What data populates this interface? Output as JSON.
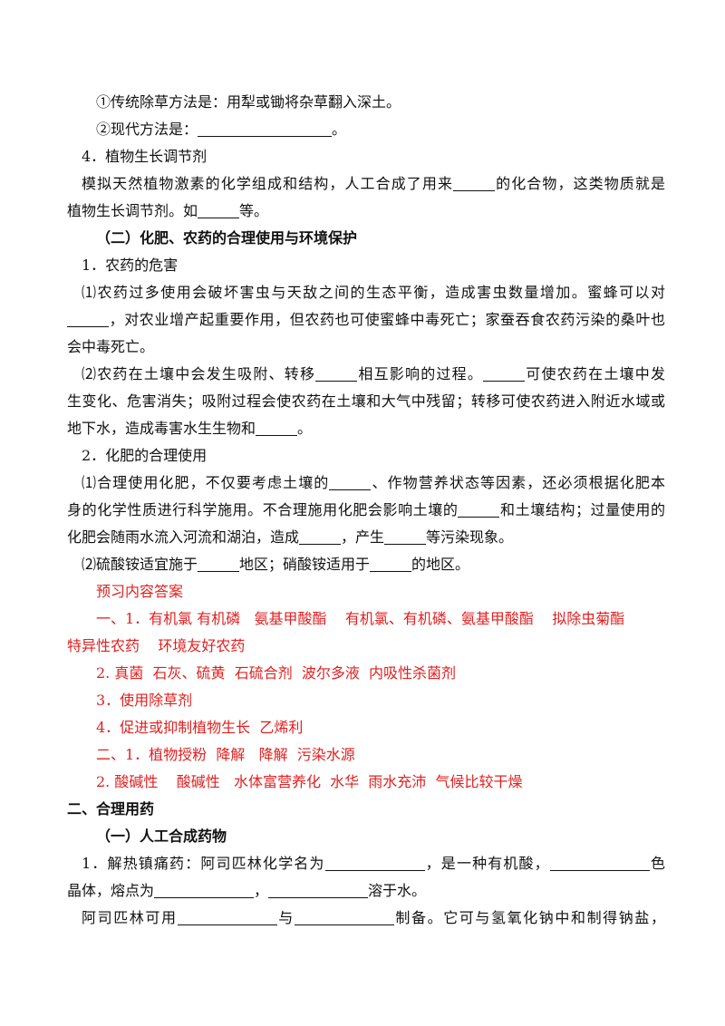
{
  "lines": {
    "l1": "①传统除草方法是：用犁或锄将杂草翻入深土。",
    "l2a": "②现代方法是：",
    "l2b": "。",
    "l3": "4．植物生长调节剂",
    "l4a": "模拟天然植物激素的化学组成和结构，人工合成了用来",
    "l4b": "的化合物，这类物质就是",
    "l5a": "植物生长调节剂。如",
    "l5b": "等。",
    "l6": "（二）化肥、农药的合理使用与环境保护",
    "l7": "1．农药的危害",
    "l8": "⑴农药过多使用会破坏害虫与天敌之间的生态平衡，造成害虫数量增加。蜜蜂可以对",
    "l9": "，对农业增产起重要作用，但农药也可使蜜蜂中毒死亡；家蚕吞食农药污染的桑叶也",
    "l10": "会中毒死亡。",
    "l11a": "⑵农药在土壤中会发生吸附、转移",
    "l11b": "相互影响的过程。",
    "l11c": "可使农药在土壤中发",
    "l12": "生变化、危害消失；吸附过程会使农药在土壤和大气中残留；转移可使农药进入附近水域或",
    "l13a": "地下水，造成毒害水生生物和",
    "l13b": "。",
    "l14": "2．化肥的合理使用",
    "l15a": "⑴合理使用化肥，不仅要考虑土壤的",
    "l15b": "、作物营养状态等因素，还必须根据化肥本",
    "l16a": "身的化学性质进行科学施用。不合理施用化肥会影响土壤的",
    "l16b": "和土壤结构；过量使用的",
    "l17a": "化肥会随雨水流入河流和湖泊，造成",
    "l17b": "，产生",
    "l17c": "等污染现象。",
    "l18a": "⑵硫酸铵适宜施于",
    "l18b": "地区；硝酸铵适用于",
    "l18c": "的地区。"
  },
  "answers": {
    "heading": "预习内容答案",
    "a1": "一、1．有机氯 有机磷   氨基甲酸酯    有机氯、有机磷、氨基甲酸酯    拟除虫菊酯",
    "a2": "特异性农药    环境友好农药",
    "a3": "2. 真菌  石灰、硫黄  石硫合剂  波尔多液  内吸性杀菌剂",
    "a4": "3．使用除草剂",
    "a5": "4．促进或抑制植物生长  乙烯利",
    "a6": "二、1．植物授粉  降解   降解  污染水源",
    "a7": "2. 酸碱性    酸碱性   水体富营养化  水华  雨水充沛  气候比较干燥"
  },
  "section2": {
    "heading": "二、合理用药",
    "sub": "（一）人工合成药物",
    "l1a": "1．解热镇痛药：阿司匹林化学名为",
    "l1b": "，是一种有机酸，",
    "l1c": "色",
    "l2a": "晶体，熔点为",
    "l2b": "，",
    "l2c": "溶于水。",
    "l3a": "阿司匹林可用",
    "l3b": "与",
    "l3c": "制备。它可与氢氧化钠中和制得钠盐，"
  },
  "colors": {
    "text": "#111111",
    "answer": "#e02020"
  }
}
